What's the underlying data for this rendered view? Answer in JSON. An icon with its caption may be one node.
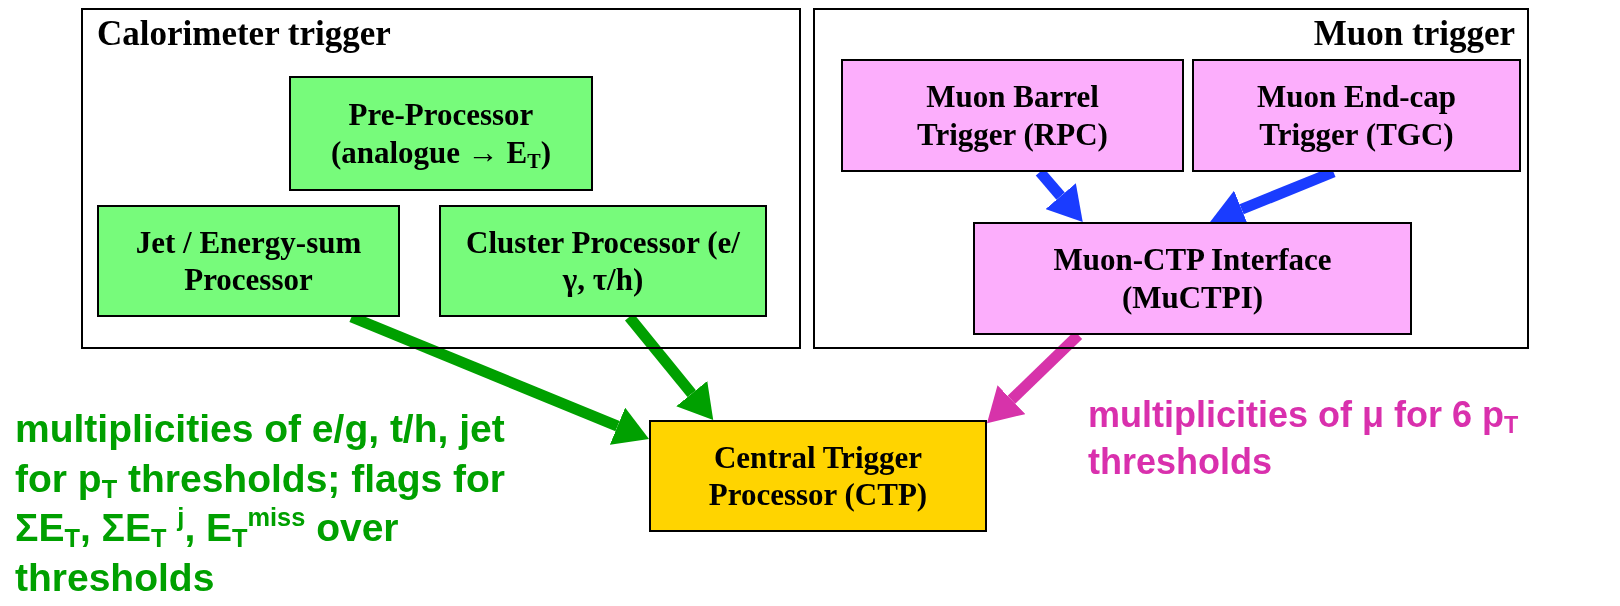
{
  "diagram": {
    "nodes": [
      {
        "text": [
          "Calorimeter trigger"
        ]
      },
      {
        "text": [
          "Pre-Processor (analogue → E$_{T}$)"
        ],
        "in": 0
      },
      {
        "text": [
          "Jet / Energy-sum Processor"
        ],
        "in": 0
      },
      {
        "text": [
          "Cluster Processor (e/γ, τ/h)"
        ],
        "in": 0
      },
      {
        "text": [
          "Muon trigger"
        ]
      },
      {
        "text": [
          "Muon Barrel Trigger (RPC)"
        ],
        "in": 4
      },
      {
        "text": [
          "Muon End-cap Trigger (TGC)"
        ],
        "in": 4
      },
      {
        "text": [
          "Muon-CTP Interface (MuCTPI)"
        ],
        "in": 4
      },
      {
        "text": [
          "Central Trigger Processor (CTP)"
        ]
      }
    ],
    "edges": [
      {
        "from": 5,
        "to": 7,
        "arrow": "to",
        "color": "#1a3cff"
      },
      {
        "from": 6,
        "to": 7,
        "arrow": "to",
        "color": "#1a3cff"
      },
      {
        "from": 2,
        "to": 8,
        "arrow": "to",
        "color": "#00a000"
      },
      {
        "from": 3,
        "to": 8,
        "arrow": "to",
        "color": "#00a000"
      },
      {
        "from": 7,
        "to": 8,
        "arrow": "to",
        "color": "#d733aa"
      }
    ],
    "labels": [
      "multiplicities of e/g, t/h, jet for p$_{T}$ thresholds; flags for ΣE$_{T}$, ΣE$_{T}$ $^{j}$, E$_{T}$$^{miss}$ over thresholds",
      "multiplicities of μ  for 6 p$_{T}$ thresholds"
    ]
  }
}
